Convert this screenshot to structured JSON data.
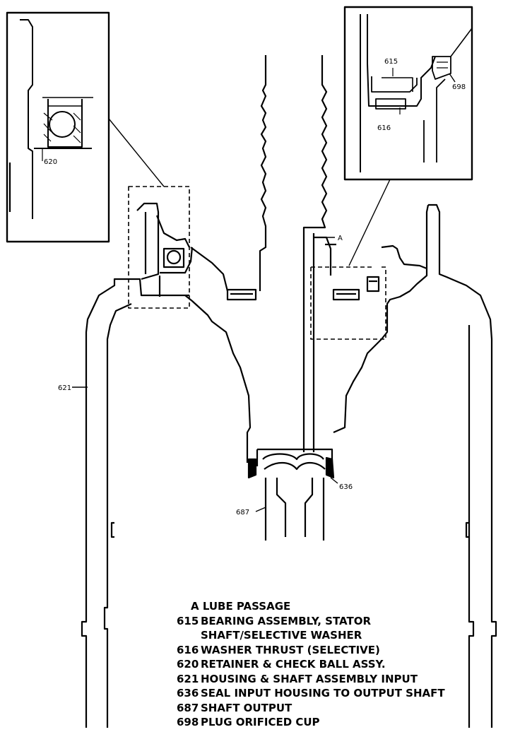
{
  "callouts": {
    "a": "A",
    "c615": "615",
    "c616": "616",
    "c620": "620",
    "c621": "621",
    "c636": "636",
    "c687": "687",
    "c698": "698"
  },
  "legend": {
    "a_line": "A LUBE PASSAGE",
    "items": [
      {
        "code": "615",
        "text": "BEARING ASSEMBLY, STATOR"
      },
      {
        "code": "",
        "text": "SHAFT/SELECTIVE WASHER"
      },
      {
        "code": "616",
        "text": "WASHER THRUST (SELECTIVE)"
      },
      {
        "code": "620",
        "text": "RETAINER & CHECK BALL ASSY."
      },
      {
        "code": "621",
        "text": "HOUSING & SHAFT ASSEMBLY INPUT"
      },
      {
        "code": "636",
        "text": "SEAL INPUT HOUSING TO OUTPUT SHAFT"
      },
      {
        "code": "687",
        "text": "SHAFT OUTPUT"
      },
      {
        "code": "698",
        "text": "PLUG ORIFICED CUP"
      }
    ]
  }
}
